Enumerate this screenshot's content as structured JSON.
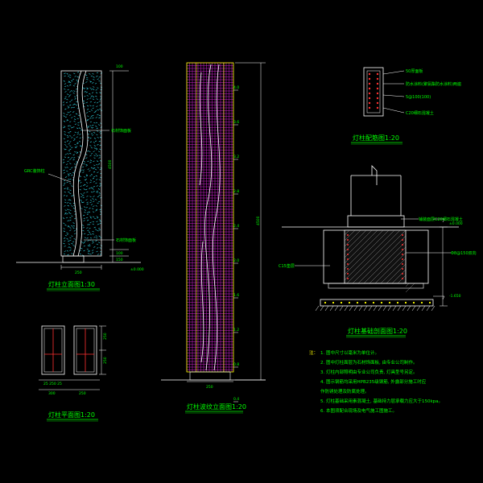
{
  "titles": {
    "elevation": "灯柱立面图1:30",
    "plan": "灯柱平面图1:20",
    "pattern": "灯柱波纹立面图1:20",
    "section": "灯柱配筋图1:20",
    "foundation": "灯柱基础剖面图1:20"
  },
  "elevation": {
    "label_left": "GRC装饰柱",
    "label_right_top": "石材饰面板",
    "label_right_bottom": "石材饰面板",
    "dim_total": "4500",
    "dim_top": "100",
    "dim_base1": "100",
    "dim_base2": "150",
    "dim_width": "250",
    "dim_bottom": "±0.000"
  },
  "plan": {
    "dim_width": "250",
    "dim_right_a": "250",
    "dim_right_b": "250",
    "dim_row1": "25 250 25",
    "dim_row2": "300"
  },
  "pattern": {
    "dim_total": "4500",
    "dim_width": "250",
    "marks": [
      "4.0",
      "3.6",
      "3.2",
      "2.8",
      "2.4",
      "2.0",
      "1.6",
      "1.2",
      "0.8",
      "0.4"
    ]
  },
  "section": {
    "labels": [
      "50厚面板",
      "防水涂料(聚氨酯防水涂料)两遍",
      "5@100(100)",
      "C20细石混凝土"
    ]
  },
  "foundation": {
    "label_top": "铺装面层C20细石混凝土",
    "label_right": "Φ8@150双向",
    "label_left": "C15垫层",
    "elev_top": "±0.000",
    "elev_bottom": "-1.650"
  },
  "notes": {
    "heading": "注：",
    "lines": [
      "1. 图中尺寸以毫米为单位计。",
      "2. 图中灯柱面层为石材饰面板, 由专业公司制作。",
      "3. 灯柱内部照明由专业公司负责, 灯具型号另定。",
      "4. 图示钢筋均采用HPB235级钢筋, 外露部分施工时应",
      "   作防锈处理及防腐处理。",
      "5. 灯柱基础采用素混凝土, 基础持力层承载力应大于150kpa。",
      "6. 本图须配合现场及电气施工图施工。"
    ]
  }
}
